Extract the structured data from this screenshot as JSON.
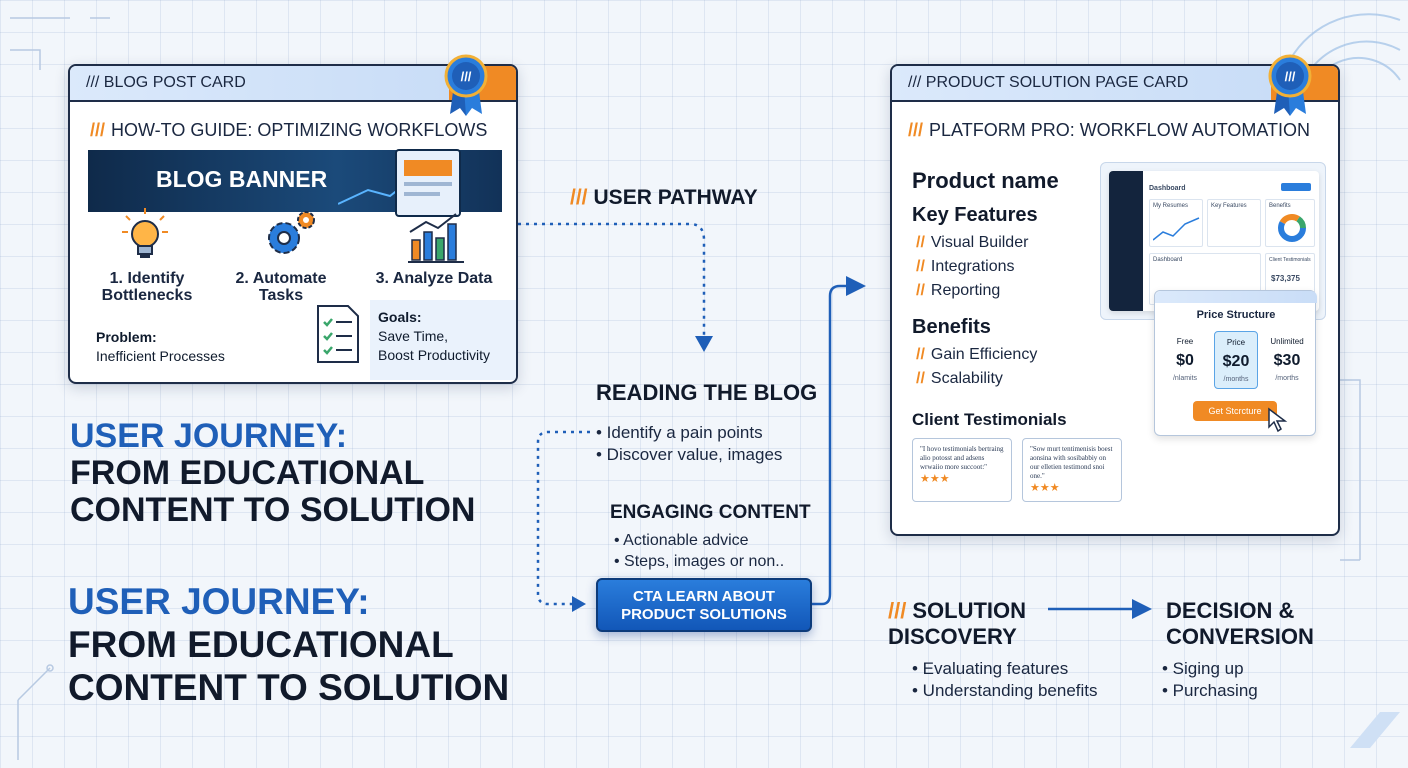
{
  "blog_card": {
    "header": "/// BLOG POST CARD",
    "subtitle_slash": "///",
    "subtitle": "HOW-TO GUIDE: OPTIMIZING WORKFLOWS",
    "banner": "BLOG BANNER",
    "steps": [
      "1. Identify\nBottlenecks",
      "2. Automate\nTasks",
      "3. Analyze Data"
    ],
    "problem_label": "Problem:",
    "problem_text": "Inefficient Processes",
    "goals_label": "Goals:",
    "goals_line1": "Save Time,",
    "goals_line2": "Boost Productivity"
  },
  "journey_title": {
    "line1": "USER JOURNEY:",
    "line2": "FROM EDUCATIONAL",
    "line3": "CONTENT TO SOLUTION"
  },
  "pathway_slash": "///",
  "pathway_label": "USER PATHWAY",
  "reading": {
    "title": "READING THE BLOG",
    "items": [
      "• Identify a pain points",
      "• Discover value, images"
    ]
  },
  "engaging": {
    "title": "ENGAGING CONTENT",
    "items": [
      "• Actionable advice",
      "• Steps, images or non.."
    ]
  },
  "cta": {
    "line1": "CTA LEARN ABOUT",
    "line2": "PRODUCT SOLUTIONS"
  },
  "product_card": {
    "header": "/// PRODUCT SOLUTION PAGE CARD",
    "subtitle_slash": "///",
    "subtitle": "PLATFORM PRO: WORKFLOW AUTOMATION",
    "product_name": "Product name",
    "key_features_title": "Key Features",
    "features": [
      "Visual Builder",
      "Integrations",
      "Reporting"
    ],
    "benefits_title": "Benefits",
    "benefits": [
      "Gain Efficiency",
      "Scalability"
    ],
    "item_slash": "//",
    "testimonials_title": "Client Testimonials",
    "testimonials": [
      "\"I hovo testimonials bertraing alio potosst and adsens wrwaiio more succoot:\"",
      "\"Sow murt tentimenisis boest aonsina with sosibabbiy on our elletien testimond snoi one.\""
    ],
    "stars": "★★★",
    "dashboard": {
      "title": "Dashboard",
      "panels": [
        "My Resumes",
        "Key Features",
        "Benefits",
        "Dashboard",
        "Client Testimonials"
      ],
      "metric": "$73,375"
    },
    "price": {
      "title": "Price Structure",
      "tiers": [
        {
          "name": "Free",
          "price": "$0",
          "unit": "/nlamits"
        },
        {
          "name": "Price",
          "price": "$20",
          "unit": "/months"
        },
        {
          "name": "Unlimited",
          "price": "$30",
          "unit": "/morths"
        }
      ],
      "button": "Get Stcrcture"
    }
  },
  "phases": [
    {
      "title_line1": "SOLUTION",
      "title_line2": "DISCOVERY",
      "items": [
        "• Evaluating features",
        "• Understanding benefits"
      ]
    },
    {
      "title_line1": "DECISION &",
      "title_line2": "CONVERSION",
      "items": [
        "• Siging up",
        "• Purchasing"
      ]
    }
  ],
  "phase_slash": "///",
  "colors": {
    "accent": "#f08a24",
    "primary_blue": "#1f5fb8",
    "dark": "#111a2b",
    "card_border": "#1e2d48"
  }
}
